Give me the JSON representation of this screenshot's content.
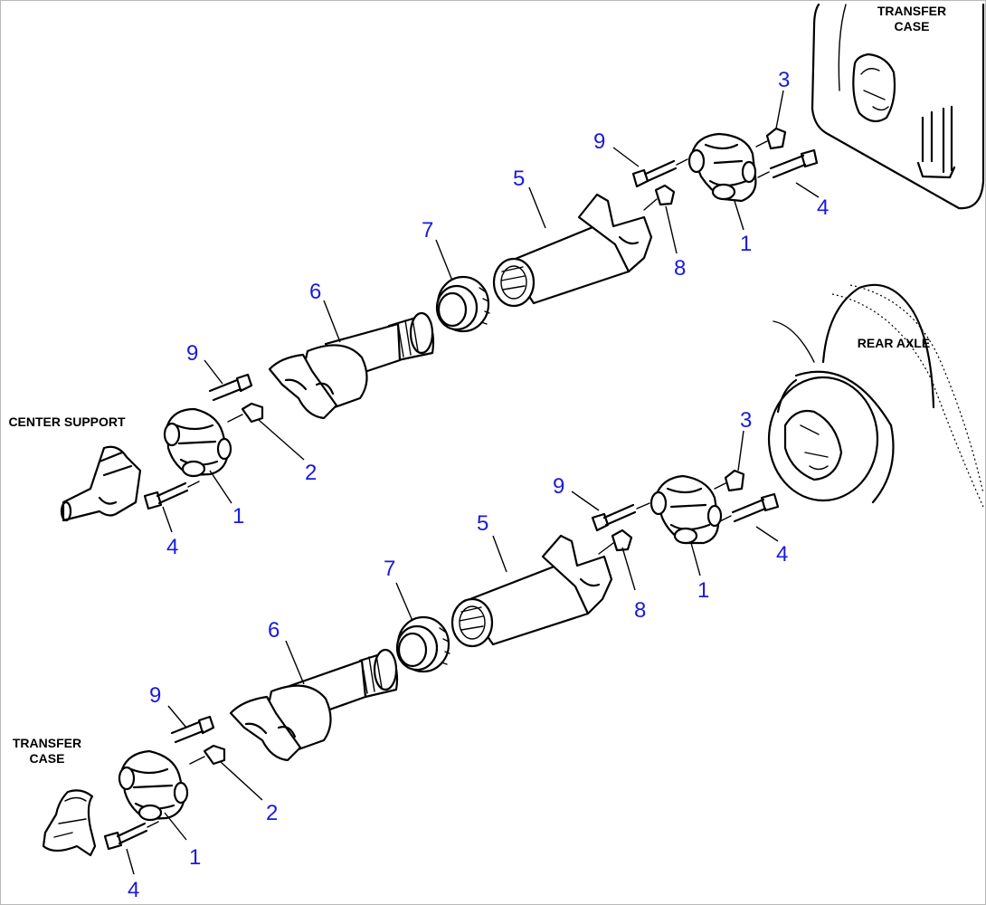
{
  "labels": {
    "transfer_case_top": [
      "TRANSFER",
      "CASE"
    ],
    "rear_axle": "REAR AXLE",
    "center_support": "CENTER SUPPORT",
    "transfer_case_bottom": [
      "TRANSFER",
      "CASE"
    ]
  },
  "callouts": {
    "upper": {
      "n3": "3",
      "n9_right": "9",
      "n5": "5",
      "n4_right": "4",
      "n8": "8",
      "n1_right": "1",
      "n7": "7",
      "n6": "6",
      "n9_left": "9",
      "n2": "2",
      "n1_left": "1",
      "n4_left": "4"
    },
    "lower": {
      "n3": "3",
      "n9_right": "9",
      "n5": "5",
      "n4_right": "4",
      "n1_right": "1",
      "n8": "8",
      "n7": "7",
      "n6": "6",
      "n9_left": "9",
      "n2": "2",
      "n1_left": "1",
      "n4_left": "4"
    }
  },
  "colors": {
    "callout": "#1a1adc",
    "line": "#000000"
  }
}
